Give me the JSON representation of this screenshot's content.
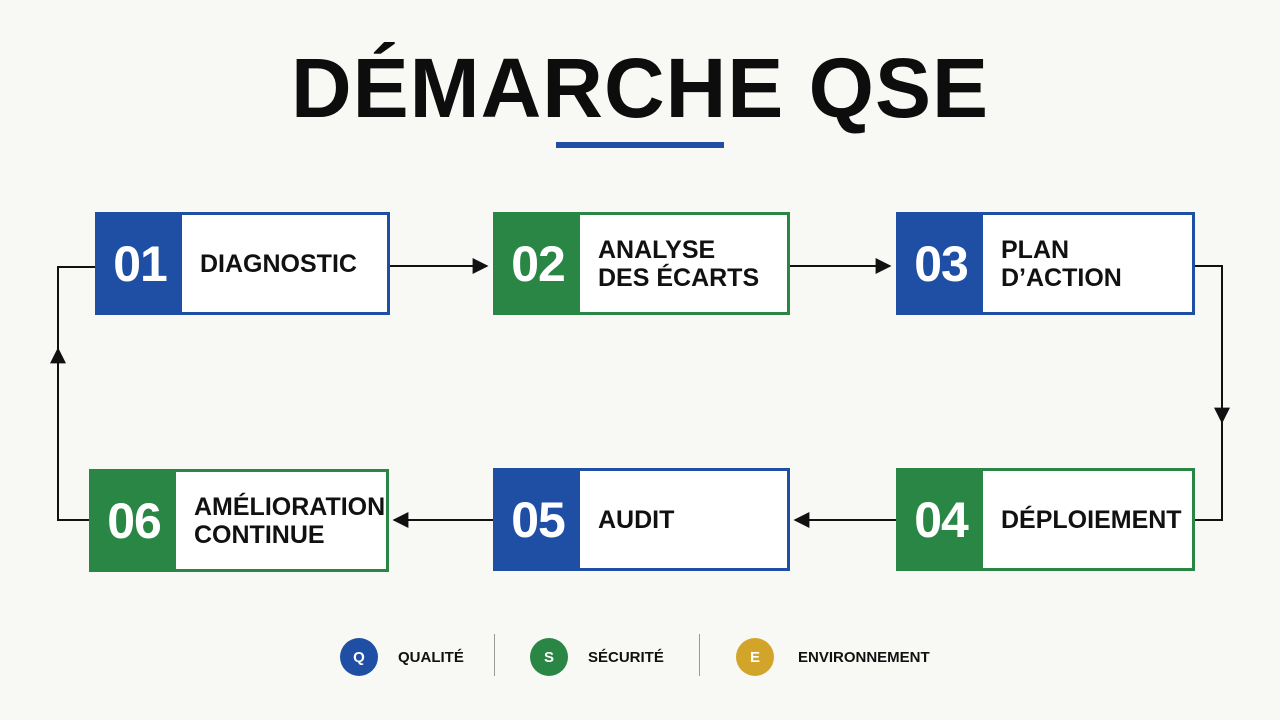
{
  "title": "DÉMARCHE QSE",
  "steps": [
    {
      "number": "01",
      "label": "DIAGNOSTIC",
      "color": "#1f4fa5"
    },
    {
      "number": "02",
      "label": "ANALYSE\nDES ÉCARTS",
      "color": "#2a8644"
    },
    {
      "number": "03",
      "label": "PLAN D’ACTION",
      "color": "#1f4fa5"
    },
    {
      "number": "04",
      "label": "DÉPLOIEMENT",
      "color": "#2a8644"
    },
    {
      "number": "05",
      "label": "AUDIT",
      "color": "#1f4fa5"
    },
    {
      "number": "06",
      "label": "AMÉLIORATION\nCONTINUE",
      "color": "#2a8644"
    }
  ],
  "legend": [
    {
      "letter": "Q",
      "label": "QUALITÉ",
      "color": "#1f4fa5"
    },
    {
      "letter": "S",
      "label": "SÉCURITÉ",
      "color": "#2a8644"
    },
    {
      "letter": "E",
      "label": "ENVIRONNEMENT",
      "color": "#d3a42a"
    }
  ]
}
